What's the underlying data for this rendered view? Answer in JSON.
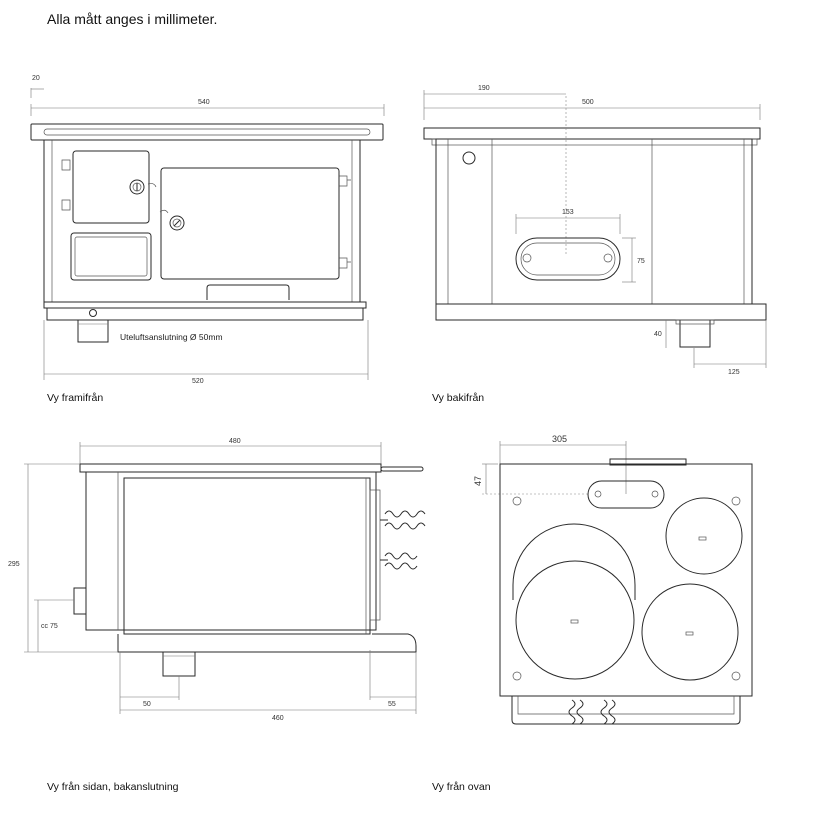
{
  "header": {
    "title": "Alla mått anges i millimeter."
  },
  "front": {
    "caption": "Vy framifrån",
    "dim_top_offset": "20",
    "dim_width_top": "540",
    "dim_width_bottom": "520",
    "outlet_label": "Uteluftsanslutning Ø 50mm"
  },
  "back": {
    "caption": "Vy bakifrån",
    "dim_offset": "190",
    "dim_width": "500",
    "dim_oval_w": "153",
    "dim_oval_h": "75",
    "dim_foot_h": "40",
    "dim_foot_w": "125"
  },
  "side": {
    "caption": "Vy från sidan, bakanslutning",
    "dim_top": "480",
    "dim_height": "295",
    "dim_cc": "cc 75",
    "dim_left": "50",
    "dim_right": "55",
    "dim_bottom": "460"
  },
  "top": {
    "caption": "Vy från ovan",
    "dim_width": "305",
    "dim_depth": "47"
  }
}
